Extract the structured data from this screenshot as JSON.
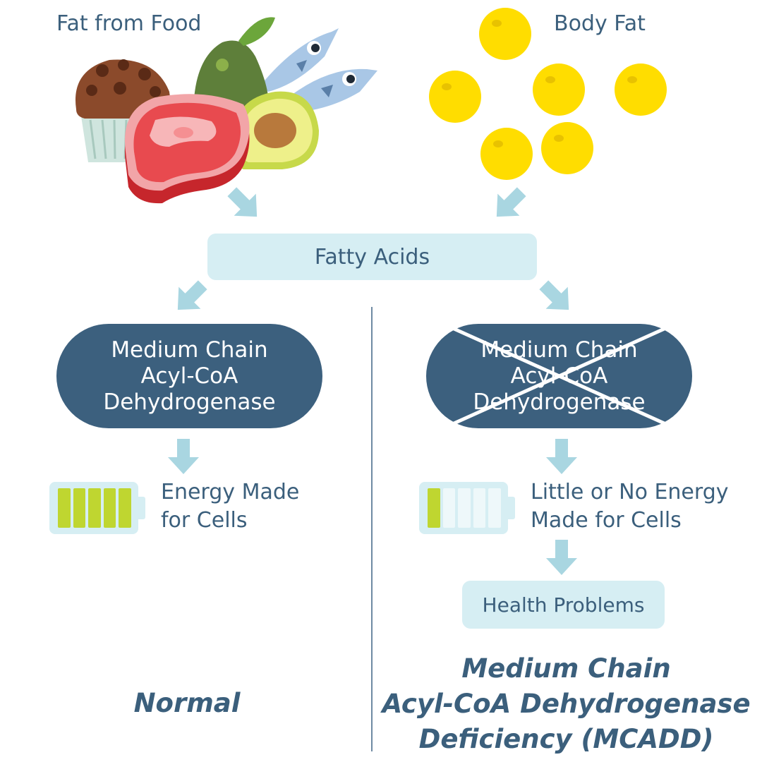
{
  "sources": {
    "food_label": "Fat from Food",
    "body_label": "Body Fat"
  },
  "fatty_acids_label": "Fatty Acids",
  "normal": {
    "enzyme_lines": [
      "Medium Chain",
      "Acyl-CoA",
      "Dehydrogenase"
    ],
    "energy_lines": [
      "Energy Made",
      "for Cells"
    ],
    "battery_level": 1.0,
    "title": "Normal"
  },
  "mcadd": {
    "enzyme_lines": [
      "Medium Chain",
      "Acyl-CoA",
      "Dehydrogenase"
    ],
    "energy_lines": [
      "Little or No Energy",
      "Made for Cells"
    ],
    "battery_level": 0.2,
    "health_label": "Health Problems",
    "title_lines": [
      "Medium Chain",
      "Acyl-CoA Dehydrogenase",
      "Deficiency (MCADD)"
    ]
  },
  "colors": {
    "navy": "#3c607e",
    "light_blue": "#d6eef3",
    "arrow": "#a9d6e1",
    "battery_green": "#bfd630",
    "fat_yellow": "#ffdd00"
  },
  "icons": [
    "muffin-icon",
    "avocado-icon",
    "fish-icon",
    "steak-icon",
    "fat-droplet-icon",
    "battery-icon",
    "arrow-icon",
    "cross-out-icon"
  ]
}
